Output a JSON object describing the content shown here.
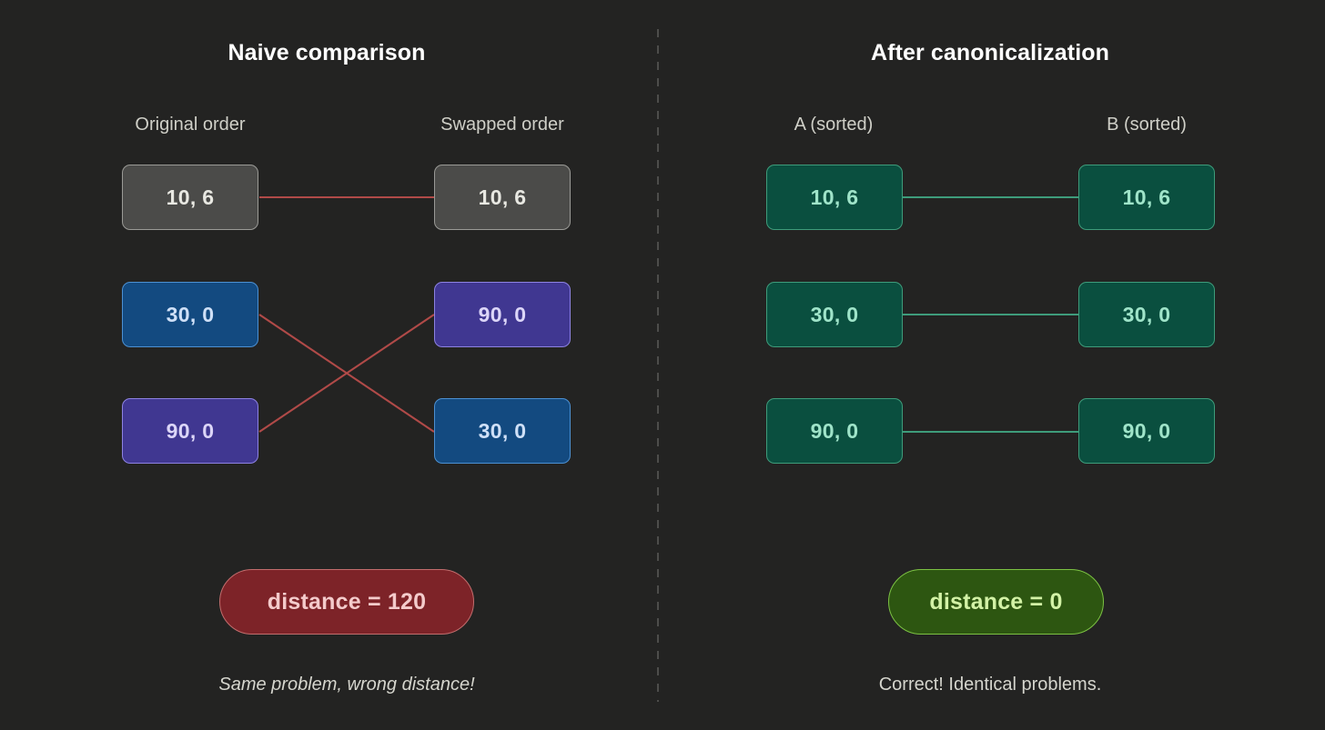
{
  "background": "#232322",
  "panels": {
    "left": {
      "title": "Naive comparison",
      "col_a_label": "Original order",
      "col_b_label": "Swapped order",
      "col_a_items": [
        "10, 6",
        "30, 0",
        "90, 0"
      ],
      "col_b_items": [
        "10, 6",
        "90, 0",
        "30, 0"
      ],
      "col_a_colors": [
        "gray",
        "blue",
        "purple"
      ],
      "col_b_colors": [
        "gray",
        "purple",
        "blue"
      ],
      "connector_color": "#b04a48",
      "connections": [
        [
          0,
          0
        ],
        [
          1,
          2
        ],
        [
          2,
          1
        ]
      ],
      "distance_label": "distance = 120",
      "distance_value": 120,
      "footnote": "Same problem, wrong distance!"
    },
    "right": {
      "title": "After canonicalization",
      "col_a_label": "A (sorted)",
      "col_b_label": "B (sorted)",
      "col_a_items": [
        "10, 6",
        "30, 0",
        "90, 0"
      ],
      "col_b_items": [
        "10, 6",
        "30, 0",
        "90, 0"
      ],
      "col_a_colors": [
        "green",
        "green",
        "green"
      ],
      "col_b_colors": [
        "green",
        "green",
        "green"
      ],
      "connector_color": "#3e9c7b",
      "connections": [
        [
          0,
          0
        ],
        [
          1,
          1
        ],
        [
          2,
          2
        ]
      ],
      "distance_label": "distance = 0",
      "distance_value": 0,
      "footnote": "Correct! Identical problems."
    }
  },
  "colors": {
    "gray_fill": "#4b4b49",
    "gray_border": "#9a9a96",
    "blue_fill": "#134a80",
    "blue_border": "#4c90d2",
    "purple_fill": "#403791",
    "purple_border": "#8d82e2",
    "green_fill": "#0a4f3f",
    "green_border": "#3e9c7b",
    "bad_pill_fill": "#7d2328",
    "good_pill_fill": "#2d5611",
    "divider": "#4d4d4b"
  }
}
